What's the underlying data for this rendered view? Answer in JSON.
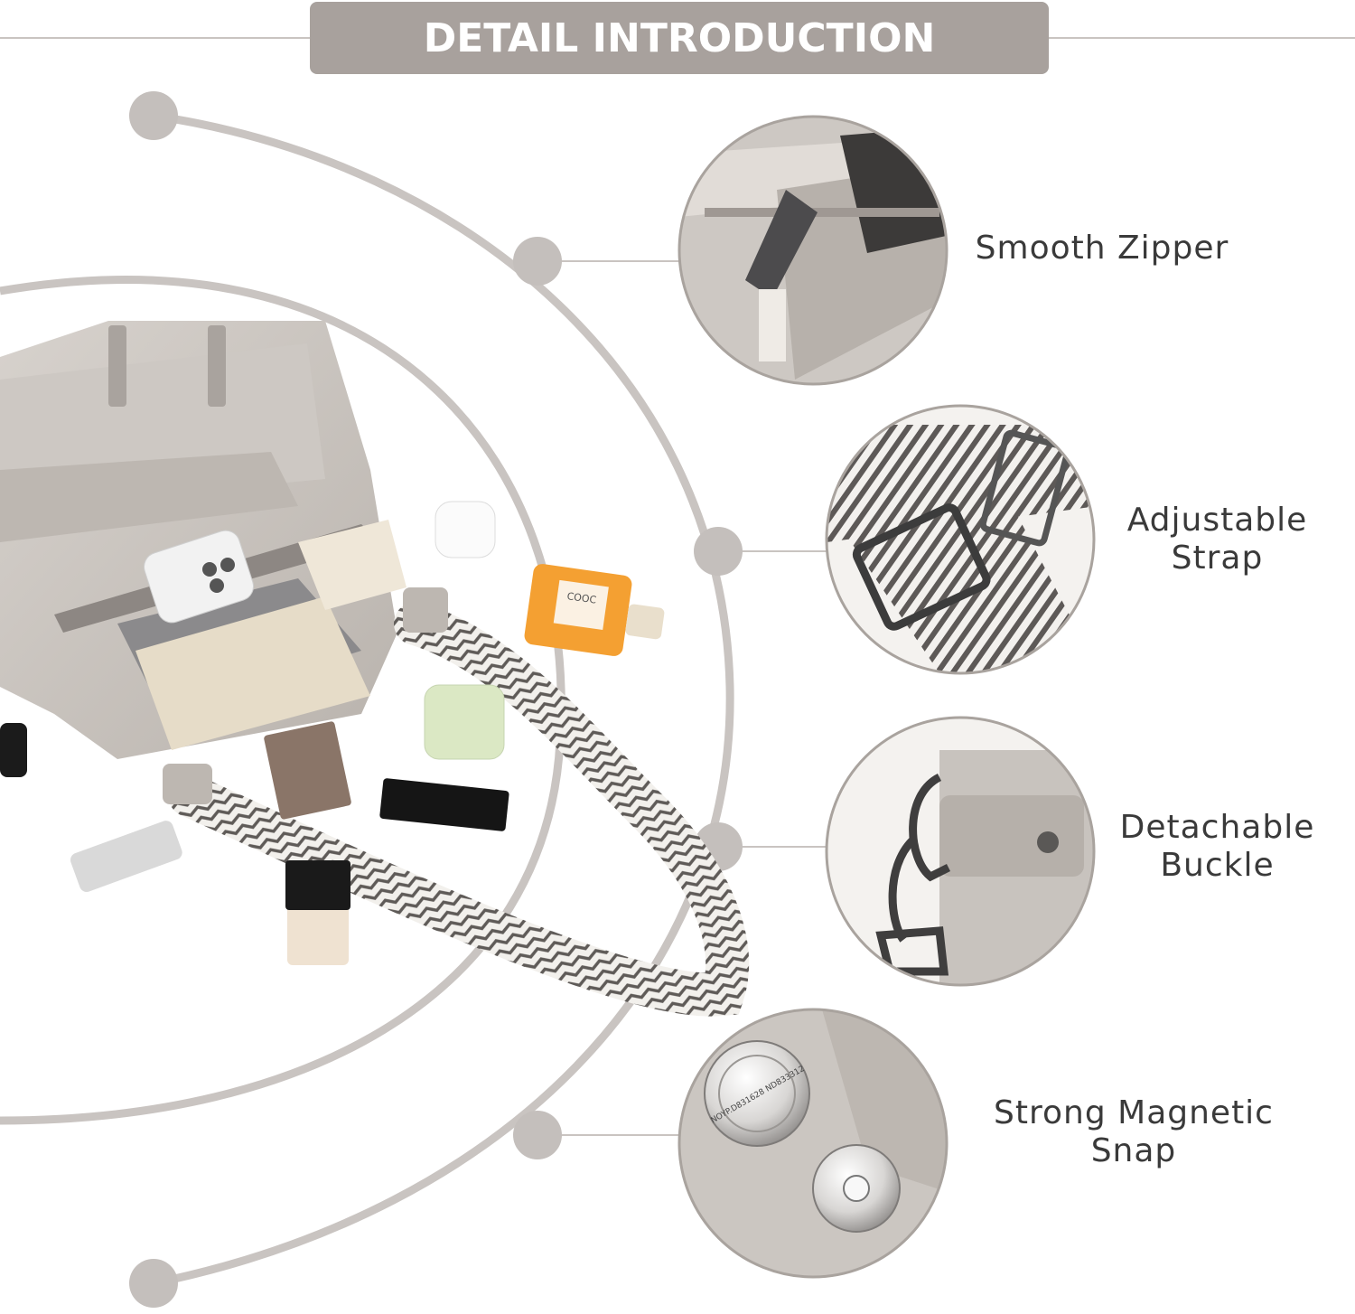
{
  "banner": {
    "title": "DETAIL INTRODUCTION"
  },
  "features": [
    {
      "label_line1": "Smooth Zipper",
      "label_line2": "",
      "icon": "zipper-closeup"
    },
    {
      "label_line1": "Adjustable",
      "label_line2": "Strap",
      "icon": "strap-buckle-closeup"
    },
    {
      "label_line1": "Detachable",
      "label_line2": "Buckle",
      "icon": "clip-hook-closeup"
    },
    {
      "label_line1": "Strong Magnetic",
      "label_line2": "Snap",
      "icon": "magnetic-snap-closeup"
    }
  ],
  "product_photo": {
    "perfume_label": "COOC",
    "snap_engraving": "NOYP.D831628 ND833312"
  },
  "colors": {
    "banner_bg": "#a8a19d",
    "arc_gray": "#c9c4c1",
    "dot_gray": "#c4bfbc",
    "leather": "#c8c3be",
    "text": "#3a3a3a"
  }
}
